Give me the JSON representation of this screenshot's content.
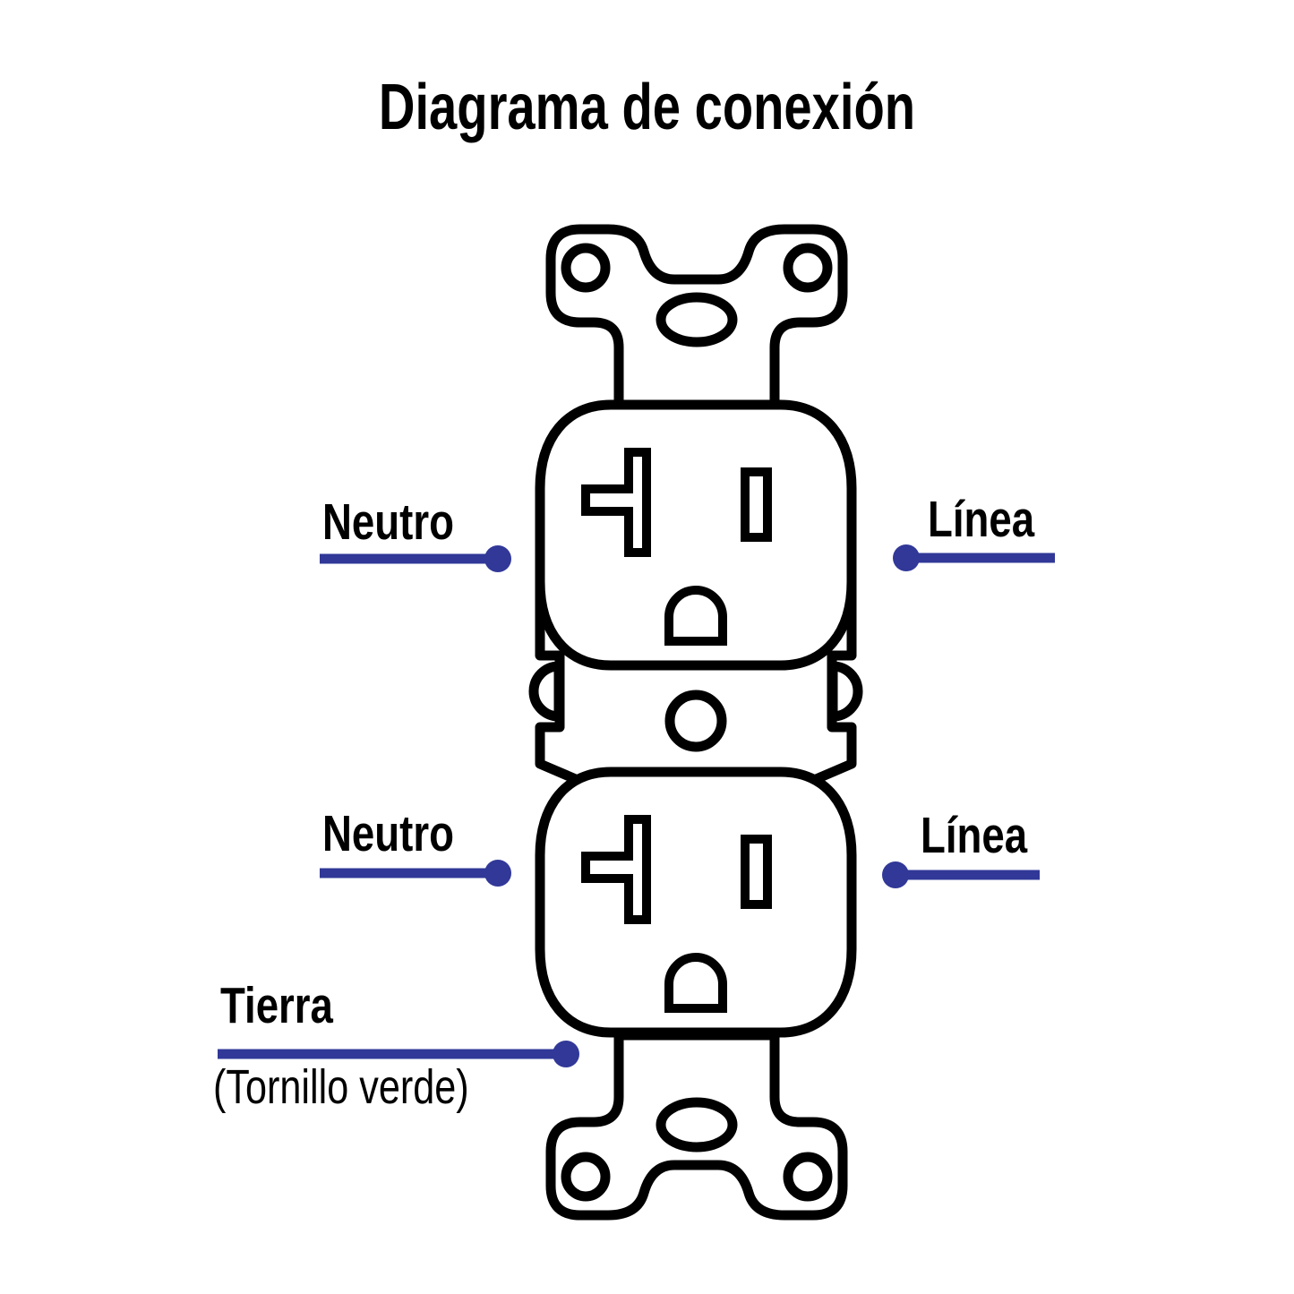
{
  "title": "Diagrama de conexión",
  "labels": {
    "top_neutral": "Neutro",
    "top_line": "Línea",
    "bottom_neutral": "Neutro",
    "bottom_line": "Línea",
    "ground": "Tierra",
    "ground_note": "(Tornillo verde)"
  },
  "colors": {
    "accent": "#313898",
    "outline": "#000000",
    "background": "#ffffff"
  }
}
